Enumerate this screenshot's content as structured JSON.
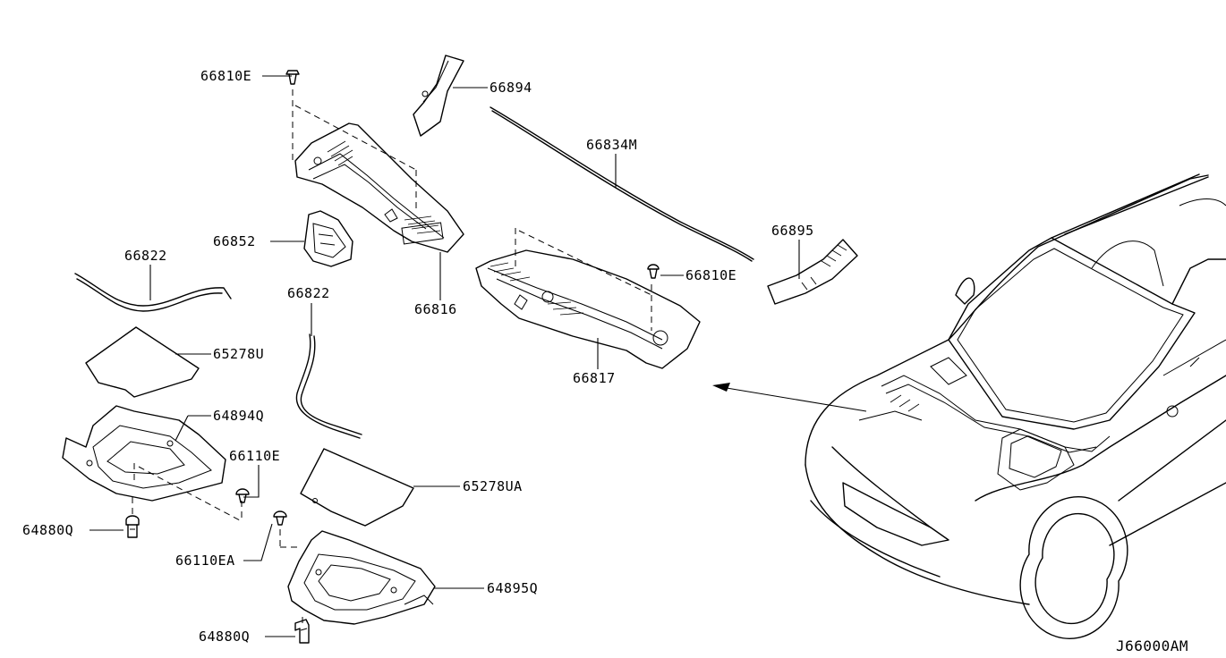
{
  "diagram_code": "J66000AM",
  "callouts": {
    "c1": "66810E",
    "c2": "66894",
    "c3": "66834M",
    "c4": "66852",
    "c5": "66822",
    "c6": "66816",
    "c7": "66895",
    "c8": "66810E",
    "c9": "66822",
    "c10": "65278U",
    "c11": "66817",
    "c12": "64894Q",
    "c13": "66110E",
    "c14": "65278UA",
    "c15": "64880Q",
    "c16": "66110EA",
    "c17": "64895Q",
    "c18": "64880Q"
  }
}
